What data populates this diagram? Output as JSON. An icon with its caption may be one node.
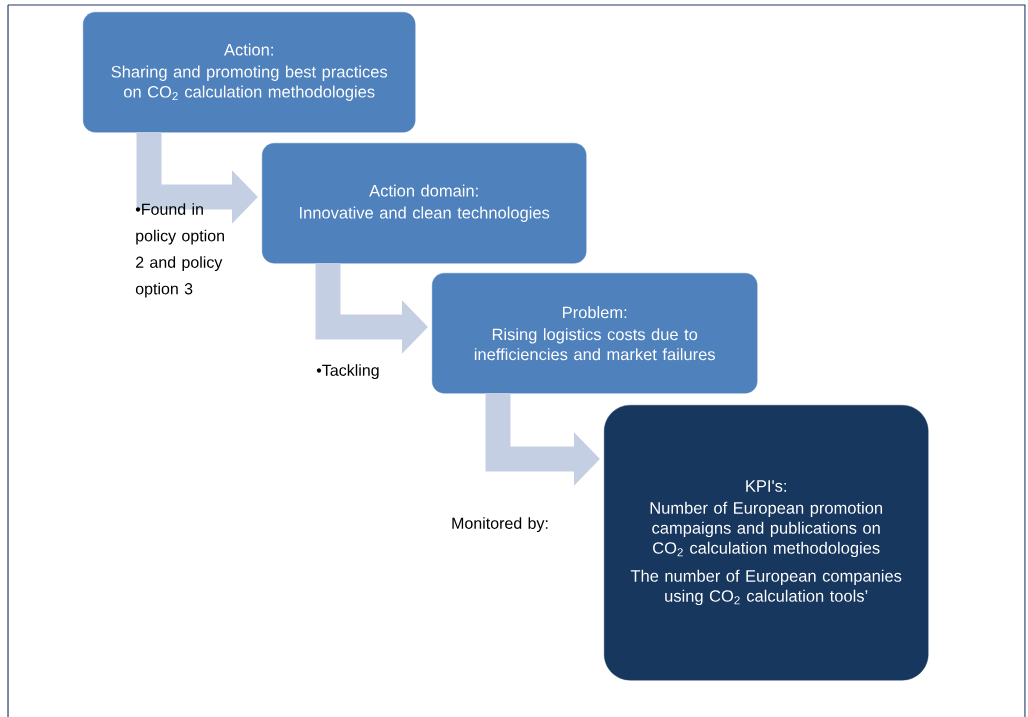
{
  "diagram": {
    "nodes": [
      {
        "text": [
          "Action:",
          "Sharing and promoting best practices on CO$_{2}$ calculation methodologies"
        ]
      },
      {
        "text": [
          "Action domain:",
          "Innovative and clean technologies"
        ]
      },
      {
        "text": [
          "Problem:",
          "Rising logistics costs due to inefficiencies and market failures"
        ]
      },
      {
        "text": [
          "KPI's:",
          "Number of European promotion campaigns and publications on CO$_{2}$ calculation methodologies",
          "The number of European companies using CO$_{2}$ calculation tools’"
        ]
      }
    ],
    "edges": [
      {
        "from": 0,
        "to": 1,
        "arrow": "to",
        "label": "•Found in policy option 2 and policy option 3"
      },
      {
        "from": 1,
        "to": 2,
        "arrow": "to",
        "label": "•Tackling"
      },
      {
        "from": 2,
        "to": 3,
        "arrow": "to",
        "label": "Monitored by:"
      }
    ]
  }
}
